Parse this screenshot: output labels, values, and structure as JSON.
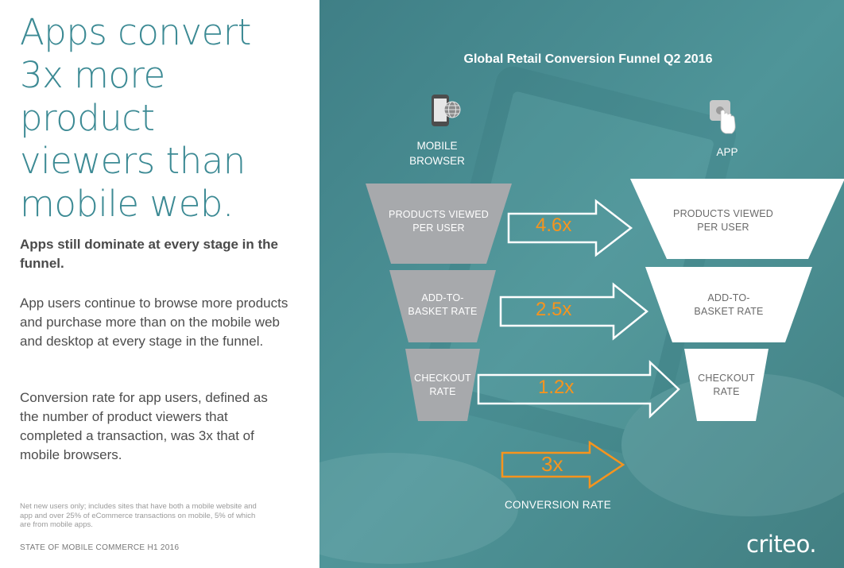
{
  "headline_lines": [
    "Apps convert",
    "3x more",
    "product",
    "viewers than",
    "mobile web."
  ],
  "subhead": "Apps still dominate at every stage in the funnel.",
  "para1": "App users continue to browse more products and purchase more than on the mobile web and desktop at every stage in the funnel.",
  "para2": "Conversion rate for app users, defined as the number of product viewers that completed a transaction, was 3x that of mobile browsers.",
  "footnote": "Net new users only; includes sites that have both a mobile website and app and over 25% of eCommerce transactions on mobile, 5% of which are from mobile apps.",
  "source": "STATE OF MOBILE COMMERCE H1 2016",
  "infographic": {
    "title": "Global Retail Conversion Funnel Q2 2016",
    "mobile_label": [
      "MOBILE",
      "BROWSER"
    ],
    "app_label": "APP",
    "stages": [
      {
        "mobile_text": [
          "PRODUCTS VIEWED",
          "PER USER"
        ],
        "multiplier": "4.6x",
        "app_text": [
          "PRODUCTS VIEWED",
          "PER USER"
        ]
      },
      {
        "mobile_text": [
          "ADD-TO-",
          "BASKET RATE"
        ],
        "multiplier": "2.5x",
        "app_text": [
          "ADD-TO-",
          "BASKET RATE"
        ]
      },
      {
        "mobile_text": [
          "CHECKOUT",
          "RATE"
        ],
        "multiplier": "1.2x",
        "app_text": [
          "CHECKOUT",
          "RATE"
        ]
      }
    ],
    "conversion_multiplier": "3x",
    "conversion_label": "CONVERSION RATE",
    "logo": "criteo."
  },
  "colors": {
    "teal_background": "#4b8f93",
    "headline_teal": "#3c8a94",
    "multiplier_orange": "#f7941d",
    "mobile_funnel_grey": "#a7a9ac",
    "app_funnel_white": "#ffffff"
  },
  "icons": {
    "mobile": "smartphone-globe-icon",
    "app": "app-tap-icon"
  }
}
